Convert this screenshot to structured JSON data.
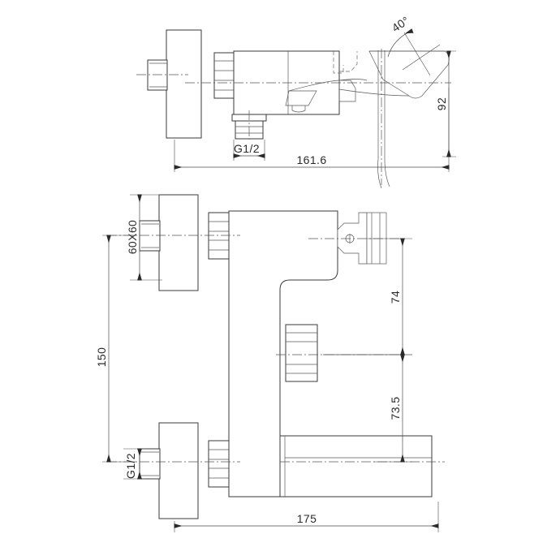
{
  "document": {
    "type": "technical-drawing",
    "subject": "Wall-mounted single-lever bath/shower mixer faucet",
    "units": "mm",
    "line_color": "#3a3a3a",
    "background_color": "#ffffff"
  },
  "views": {
    "top": {
      "name": "plan-view",
      "description": "Top view of faucet body with lever handle rotated 40 degrees"
    },
    "front": {
      "name": "front-elevation-view",
      "description": "Front view showing two G1/2 inlets at 150 mm centres and 175 mm spout projection"
    }
  },
  "dimensions": {
    "top_view": [
      {
        "id": "inlet-thread-top",
        "label": "G1/2",
        "orientation": "horizontal"
      },
      {
        "id": "overall-projection",
        "label": "161.6",
        "orientation": "horizontal"
      },
      {
        "id": "handle-swing-angle",
        "label": "40°",
        "orientation": "angular"
      },
      {
        "id": "body-width",
        "label": "92",
        "orientation": "vertical"
      }
    ],
    "front_view": [
      {
        "id": "escutcheon-size",
        "label": "60X60",
        "orientation": "vertical"
      },
      {
        "id": "inlet-centres",
        "label": "150",
        "orientation": "vertical"
      },
      {
        "id": "inlet-thread-front",
        "label": "G1/2",
        "orientation": "vertical"
      },
      {
        "id": "handle-axis-to-diverter",
        "label": "74",
        "orientation": "vertical"
      },
      {
        "id": "diverter-to-spout-axis",
        "label": "73.5",
        "orientation": "vertical"
      },
      {
        "id": "overall-length",
        "label": "175",
        "orientation": "horizontal"
      }
    ]
  },
  "labels": {
    "g_half_top": "G1/2",
    "len_1616": "161.6",
    "angle_40": "40°",
    "width_92": "92",
    "size_60x60": "60X60",
    "centres_150": "150",
    "g_half_front": "G1/2",
    "dist_74": "74",
    "dist_735": "73.5",
    "len_175": "175"
  }
}
